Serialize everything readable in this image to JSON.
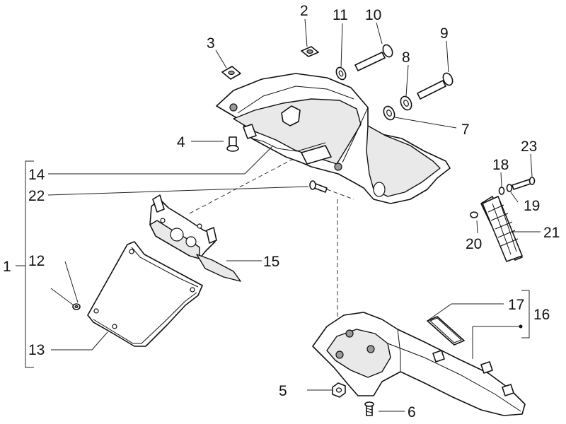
{
  "callouts": {
    "c1": "1",
    "c2": "2",
    "c3": "3",
    "c4": "4",
    "c5": "5",
    "c6": "6",
    "c7": "7",
    "c8": "8",
    "c9": "9",
    "c10": "10",
    "c11": "11",
    "c12": "12",
    "c13": "13",
    "c14": "14",
    "c15": "15",
    "c16": "16",
    "c17": "17",
    "c18": "18",
    "c19": "19",
    "c20": "20",
    "c21": "21",
    "c22": "22",
    "c23": "23"
  },
  "colors": {
    "line": "#111111",
    "background": "#ffffff"
  }
}
